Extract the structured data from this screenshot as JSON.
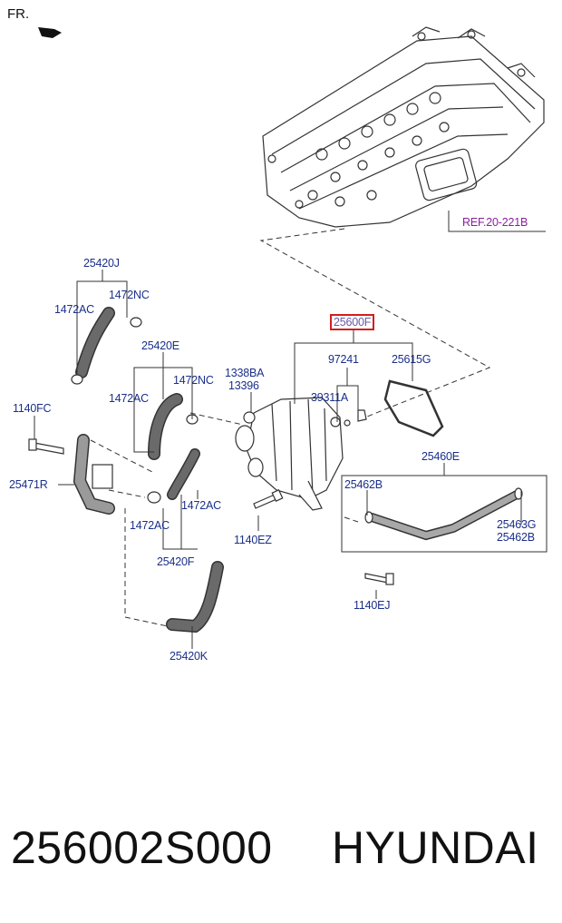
{
  "orientation": {
    "label": "FR."
  },
  "highlight_color": "#d21e1e",
  "label_color": "#1a2f8a",
  "ref_color": "#8a1fa0",
  "labels": {
    "ref": "REF.20-221B",
    "l25420J": "25420J",
    "l1472NC_a": "1472NC",
    "l1472AC_a": "1472AC",
    "l25420E": "25420E",
    "l1472NC_b": "1472NC",
    "l1472AC_b": "1472AC",
    "l1338BA": "1338BA",
    "l13396": "13396",
    "l25600F": "25600F",
    "l97241": "97241",
    "l25615G": "25615G",
    "l39311A": "39311A",
    "l1140FC": "1140FC",
    "l25471R": "25471R",
    "l25460E": "25460E",
    "l25462B_a": "25462B",
    "l25463G": "25463G",
    "l25462B_b": "25462B",
    "l1472AC_c": "1472AC",
    "l1472AC_d": "1472AC",
    "l1140EZ": "1140EZ",
    "l25420F": "25420F",
    "l1140EJ": "1140EJ",
    "l25420K": "25420K"
  },
  "footer": {
    "part_number": "256002S000",
    "brand": "HYUNDAI"
  }
}
